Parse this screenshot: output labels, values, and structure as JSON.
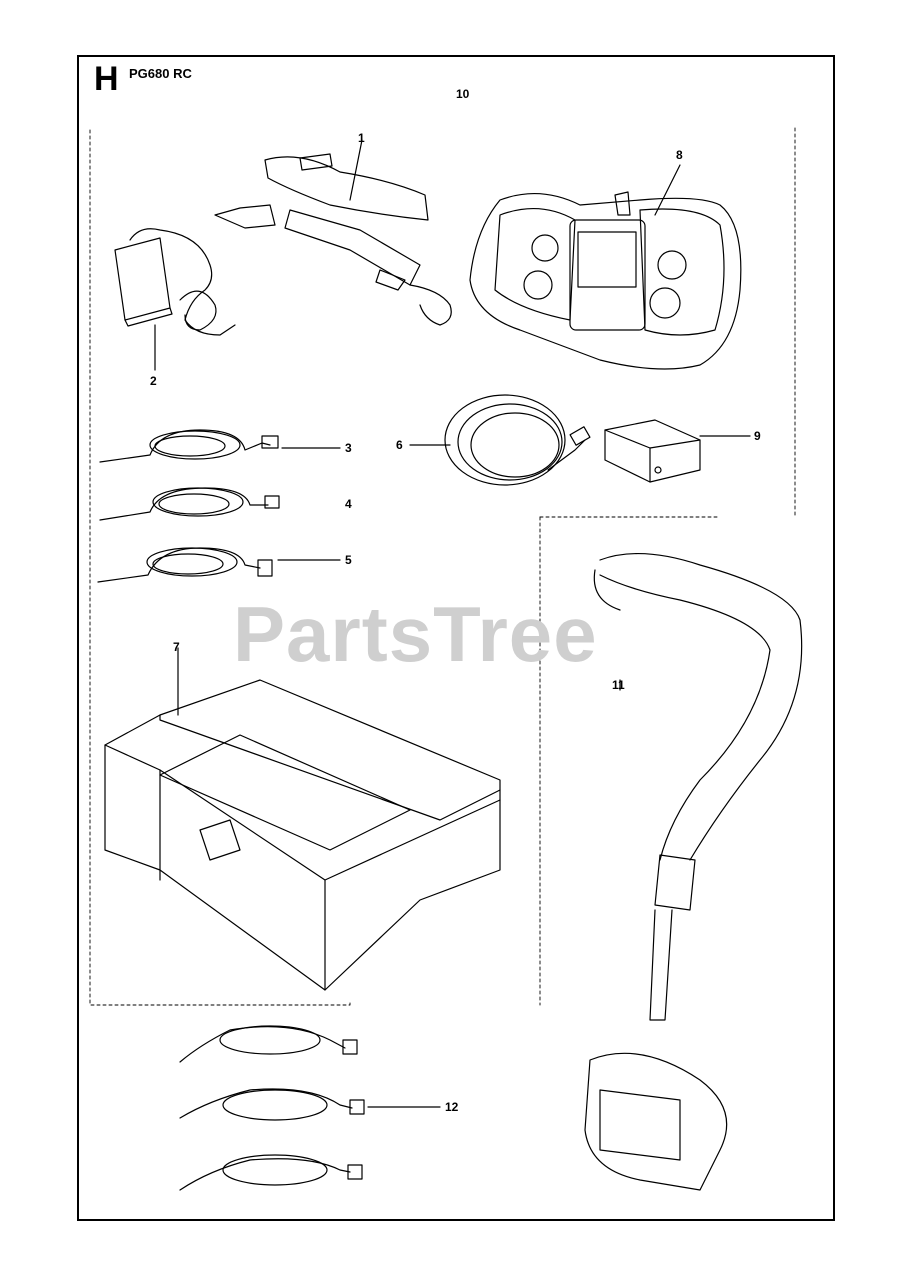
{
  "header": {
    "section_letter": "H",
    "model": "PG680 RC"
  },
  "watermark": "PartsTree",
  "callouts": {
    "c1": "1",
    "c2": "2",
    "c3": "3",
    "c4": "4",
    "c5": "5",
    "c6": "6",
    "c7": "7",
    "c8": "8",
    "c9": "9",
    "c10": "10",
    "c11": "11",
    "c12": "12"
  },
  "colors": {
    "line": "#000000",
    "watermark": "#cfcfcf",
    "background": "#ffffff"
  }
}
